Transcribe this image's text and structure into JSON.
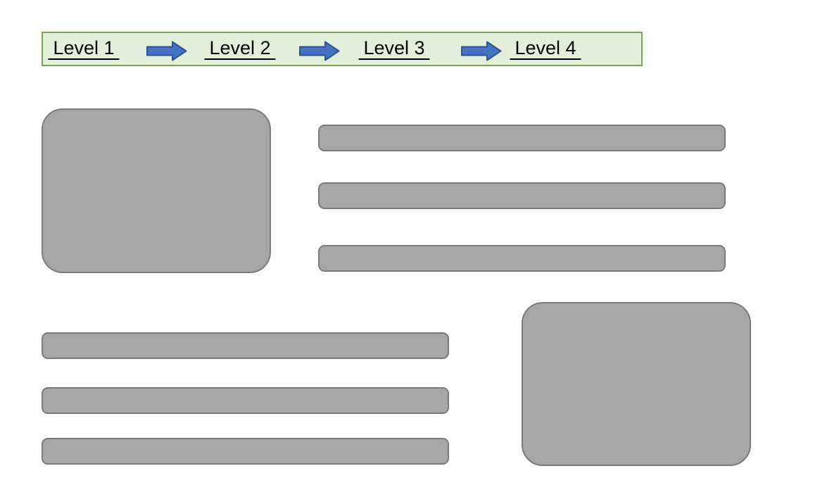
{
  "banner": {
    "levels": [
      {
        "label": "Level 1"
      },
      {
        "label": "Level 2"
      },
      {
        "label": "Level 3"
      },
      {
        "label": "Level 4"
      }
    ],
    "arrow_icon": "right-block-arrow"
  },
  "colors": {
    "canvas_bg": "#ffffff",
    "banner_bg": "#e2efda",
    "banner_border": "#70ad47",
    "arrow_fill": "#4472c4",
    "arrow_stroke": "#2f528f",
    "shape_fill": "#a6a6a6",
    "shape_border": "#7b7b7b",
    "text": "#000000"
  }
}
